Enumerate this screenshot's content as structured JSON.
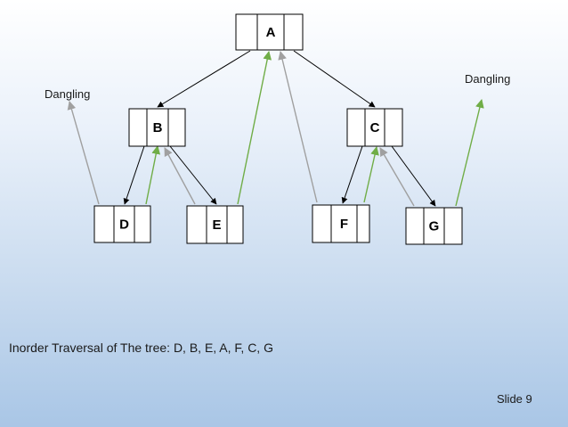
{
  "nodes": [
    {
      "id": "A",
      "label": "A"
    },
    {
      "id": "B",
      "label": "B"
    },
    {
      "id": "C",
      "label": "C"
    },
    {
      "id": "D",
      "label": "D"
    },
    {
      "id": "E",
      "label": "E"
    },
    {
      "id": "F",
      "label": "F"
    },
    {
      "id": "G",
      "label": "G"
    }
  ],
  "child_links": [
    {
      "from": "A",
      "to": "B"
    },
    {
      "from": "A",
      "to": "C"
    },
    {
      "from": "B",
      "to": "D"
    },
    {
      "from": "B",
      "to": "E"
    },
    {
      "from": "C",
      "to": "F"
    },
    {
      "from": "C",
      "to": "G"
    }
  ],
  "thread_links": [
    {
      "from": "D",
      "to": "dangling-left",
      "kind": "predecessor"
    },
    {
      "from": "D",
      "to": "B",
      "kind": "successor"
    },
    {
      "from": "E",
      "to": "B",
      "kind": "predecessor"
    },
    {
      "from": "E",
      "to": "A",
      "kind": "successor"
    },
    {
      "from": "F",
      "to": "A",
      "kind": "predecessor"
    },
    {
      "from": "F",
      "to": "C",
      "kind": "successor"
    },
    {
      "from": "G",
      "to": "C",
      "kind": "predecessor"
    },
    {
      "from": "G",
      "to": "dangling-right",
      "kind": "successor"
    }
  ],
  "labels": {
    "dangling_left": "Dangling",
    "dangling_right": "Dangling",
    "traversal": "Inorder Traversal of The tree: D, B, E, A, F, C, G",
    "slide_number": "Slide 9"
  },
  "colors": {
    "child_link": "#000000",
    "predecessor_thread": "#a0a0a0",
    "successor_thread": "#70ad47"
  }
}
